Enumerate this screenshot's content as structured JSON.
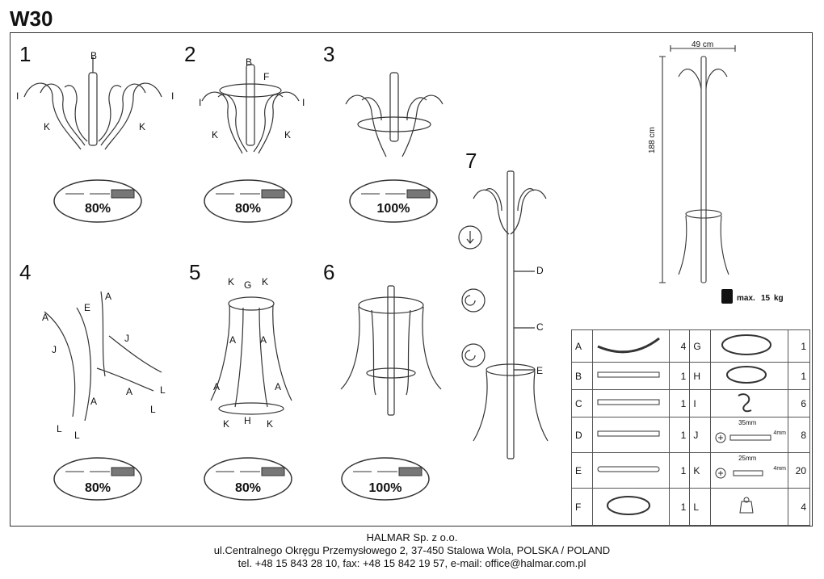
{
  "title": "W30",
  "steps": [
    {
      "num": "1",
      "pct": "80%"
    },
    {
      "num": "2",
      "pct": "80%"
    },
    {
      "num": "3",
      "pct": "100%"
    },
    {
      "num": "4",
      "pct": "80%"
    },
    {
      "num": "5",
      "pct": "80%"
    },
    {
      "num": "6",
      "pct": "100%"
    },
    {
      "num": "7"
    }
  ],
  "step_labels": {
    "s1": {
      "B": "B",
      "I": "I",
      "K": "K"
    },
    "s2": {
      "B": "B",
      "F": "F",
      "I": "I",
      "K": "K"
    },
    "s4": {
      "A": "A",
      "E": "E",
      "J": "J",
      "L": "L"
    },
    "s5": {
      "K": "K",
      "G": "G",
      "A": "A",
      "H": "H"
    },
    "s7": {
      "D": "D",
      "C": "C",
      "E": "E"
    }
  },
  "dimensions": {
    "width": "49 cm",
    "height": "188 cm",
    "max_label": "max.",
    "max_value": "15",
    "max_unit": "kg"
  },
  "parts": {
    "left": [
      {
        "id": "A",
        "qty": "4"
      },
      {
        "id": "B",
        "qty": "1"
      },
      {
        "id": "C",
        "qty": "1"
      },
      {
        "id": "D",
        "qty": "1"
      },
      {
        "id": "E",
        "qty": "1"
      },
      {
        "id": "F",
        "qty": "1"
      }
    ],
    "right": [
      {
        "id": "G",
        "qty": "1"
      },
      {
        "id": "H",
        "qty": "1"
      },
      {
        "id": "I",
        "qty": "6"
      },
      {
        "id": "J",
        "qty": "8",
        "size": "35mm",
        "size2": "4mm"
      },
      {
        "id": "K",
        "qty": "20",
        "size": "25mm",
        "size2": "4mm"
      },
      {
        "id": "L",
        "qty": "4"
      }
    ]
  },
  "footer": {
    "company": "HALMAR Sp. z o.o.",
    "address": "ul.Centralnego Okręgu Przemysłowego 2, 37-450 Stalowa Wola, POLSKA / POLAND",
    "contact": "tel. +48 15 843 28 10, fax: +48 15 842 19 57, e-mail: office@halmar.com.pl"
  }
}
